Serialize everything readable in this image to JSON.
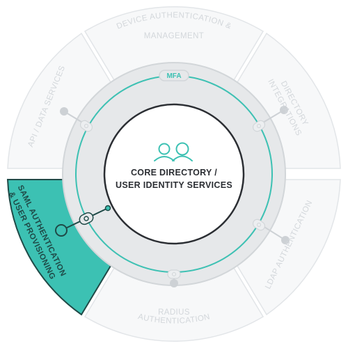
{
  "core": {
    "title_line1": "CORE DIRECTORY /",
    "title_line2": "USER IDENTITY SERVICES"
  },
  "mfa": {
    "label": "MFA"
  },
  "segments": {
    "device": {
      "line1": "DEVICE AUTHENTICATION &",
      "line2": "MANAGEMENT"
    },
    "directory": {
      "line1": "DIRECTORY",
      "line2": "INTEGRATIONS"
    },
    "ldap": {
      "line1": "LDAP AUTHENTICATION"
    },
    "radius": {
      "line1": "RADIUS",
      "line2": "AUTHENTICATION"
    },
    "saml": {
      "line1": "SAML AUTHENTICATION",
      "line2": "& USER PROVISIONING"
    },
    "api": {
      "line1": "API / DATA SERVICES"
    }
  },
  "colors": {
    "accent": "#3cc1b3",
    "accent_dark": "#1f4a47",
    "ring_fill": "#e6e8ea",
    "ring_stroke": "#d2d6d9",
    "segment_fill": "#f7f8f9",
    "segment_stroke": "#e2e5e8",
    "muted_text": "#d3d7db",
    "core_text": "#2b2e33"
  },
  "active_segment": "saml",
  "icons": {
    "core": "users-icon",
    "link": "lock-icon"
  }
}
